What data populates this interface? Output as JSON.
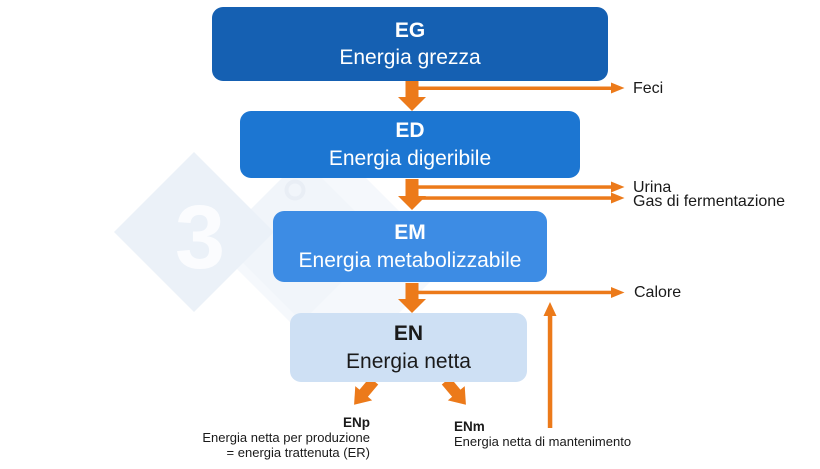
{
  "diagram": {
    "title": "Energy partitioning flow (Italian)",
    "boxes": [
      {
        "id": "eg",
        "code": "EG",
        "label": "Energia grezza"
      },
      {
        "id": "ed",
        "code": "ED",
        "label": "Energia digeribile"
      },
      {
        "id": "em",
        "code": "EM",
        "label": "Energia metabolizzabile"
      },
      {
        "id": "en",
        "code": "EN",
        "label": "Energia netta"
      }
    ],
    "losses": [
      {
        "id": "feci",
        "label": "Feci"
      },
      {
        "id": "urina",
        "label": "Urina"
      },
      {
        "id": "gas",
        "label": "Gas di fermentazione"
      },
      {
        "id": "calore",
        "label": "Calore"
      }
    ],
    "outputs": {
      "enp": {
        "code": "ENp",
        "line1": "Energia netta per produzione",
        "line2": "= energia trattenuta (ER)"
      },
      "enm": {
        "code": "ENm",
        "line1": "Energia netta di mantenimento"
      }
    },
    "watermark": {
      "text": "3"
    },
    "colors": {
      "box_eg": "#1560B2",
      "box_ed": "#1C76D2",
      "box_em": "#3D8CE4",
      "box_en": "#CEE0F4",
      "arrow": "#EC7A1A",
      "box_text": "#FFFFFF",
      "label_text": "#1A1A1A"
    }
  }
}
